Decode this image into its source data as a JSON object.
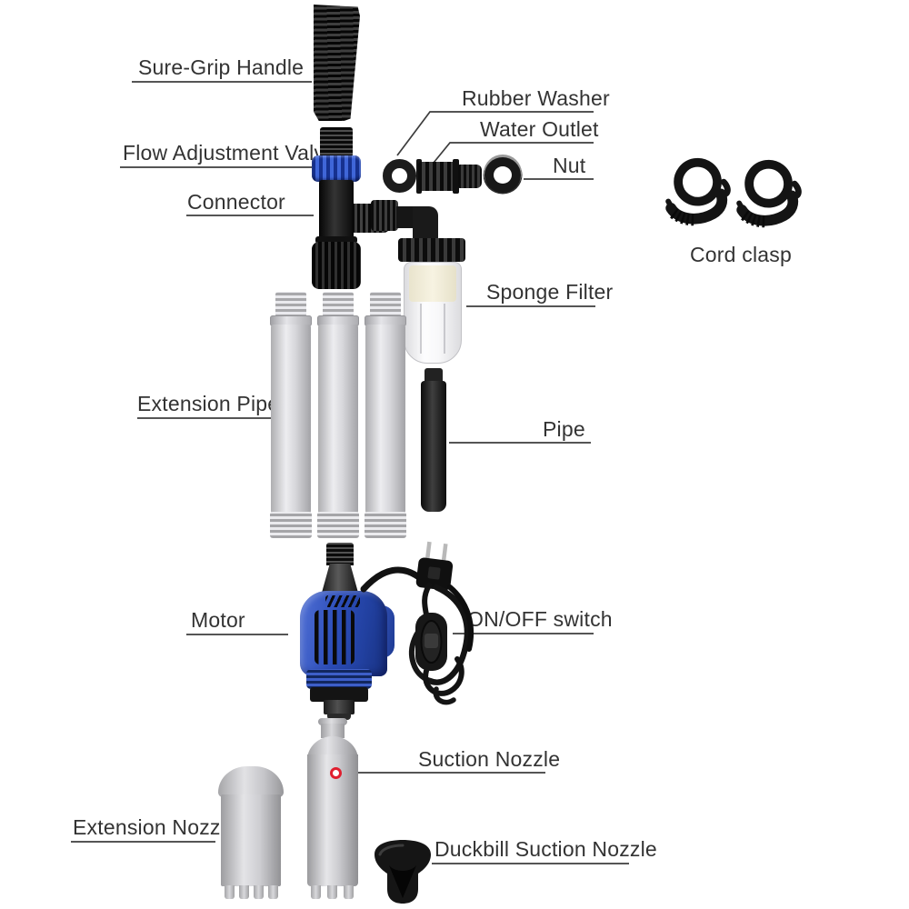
{
  "diagram": {
    "product": "Electric aquarium gravel cleaner / water changer parts diagram",
    "colors": {
      "background": "#ffffff",
      "label_text": "#333333",
      "leader_line": "#3d3d3d",
      "motor_blue": "#2c4db8",
      "valve_ring_blue": "#3f66d8",
      "part_black": "#141414",
      "pipe_gray": "#cfcfd3",
      "sponge_cream": "#f2eedd",
      "marker_red": "#e01f2f"
    },
    "labels": {
      "sure_grip_handle": "Sure-Grip Handle",
      "rubber_washer": "Rubber Washer",
      "water_outlet": "Water Outlet",
      "nut": "Nut",
      "flow_adjustment_valve": "Flow Adjustment Valve",
      "connector": "Connector",
      "cord_clasp": "Cord clasp",
      "sponge_filter": "Sponge Filter",
      "extension_pipe": "Extension Pipe",
      "pipe": "Pipe",
      "motor": "Motor",
      "on_off_switch": "ON/OFF switch",
      "suction_nozzle": "Suction Nozzle",
      "extension_nozzle": "Extension Nozzle",
      "duckbill_suction_nozzle": "Duckbill Suction Nozzle"
    },
    "part_counts": {
      "extension_pipe": 3,
      "cord_clasp": 2
    }
  }
}
